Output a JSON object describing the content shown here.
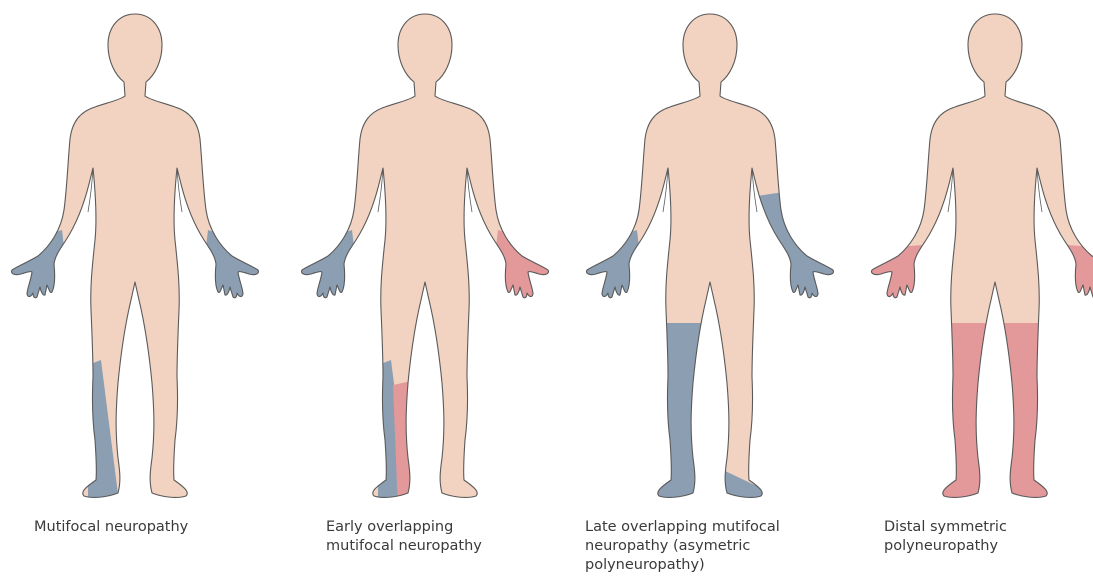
{
  "colors": {
    "skin": "#f2d3c1",
    "outline": "#5a5a5a",
    "blue": "#8c9eb2",
    "red": "#e3989a"
  },
  "figures": [
    {
      "id": "multifocal",
      "caption": [
        "Mutifocal neuropathy"
      ],
      "regions": [
        "right-hand-blue",
        "left-hand-blue",
        "right-lower-leg-blue-strip"
      ]
    },
    {
      "id": "early-overlapping",
      "caption": [
        "Early overlapping",
        "mutifocal neuropathy"
      ],
      "regions": [
        "right-hand-blue",
        "left-hand-red",
        "right-lower-leg-blue-strip",
        "right-lower-leg-red-strip"
      ]
    },
    {
      "id": "late-overlapping",
      "caption": [
        "Late overlapping mutifocal",
        "neuropathy (asymetric",
        "polyneuropathy)"
      ],
      "regions": [
        "right-hand-blue",
        "left-forearm-hand-blue",
        "right-leg-below-knee-blue",
        "left-foot-blue"
      ]
    },
    {
      "id": "distal-symmetric",
      "caption": [
        "Distal symmetric",
        "polyneuropathy"
      ],
      "regions": [
        "both-hands-red",
        "both-legs-below-knee-red"
      ]
    }
  ]
}
